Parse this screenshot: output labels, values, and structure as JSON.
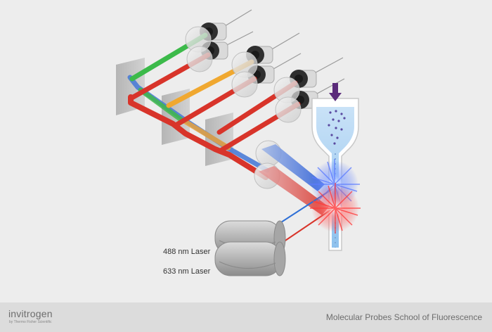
{
  "lasers": [
    {
      "label": "488 nm Laser",
      "color": "#2e6fd6"
    },
    {
      "label": "633 nm Laser",
      "color": "#d8342a"
    }
  ],
  "footer": {
    "brand": "invitrogen",
    "brand_sub": "by Thermo Fisher Scientific",
    "school": "Molecular Probes School of Fluorescence"
  },
  "colors": {
    "background": "#ededed",
    "footer": "#dcdcdc",
    "red_beam": "#d8342a",
    "blue_beam": "#2e6fd6",
    "green_beam": "#3cba4a",
    "orange_beam": "#f0a830",
    "flow_liquid": "#a8d0f0",
    "injector": "#5a2a7a",
    "detector_body": "#3a3a3a"
  },
  "icons": [
    "detector-icon",
    "dichroic-mirror-icon",
    "laser-icon",
    "flow-cell-icon",
    "sample-injector-icon"
  ]
}
